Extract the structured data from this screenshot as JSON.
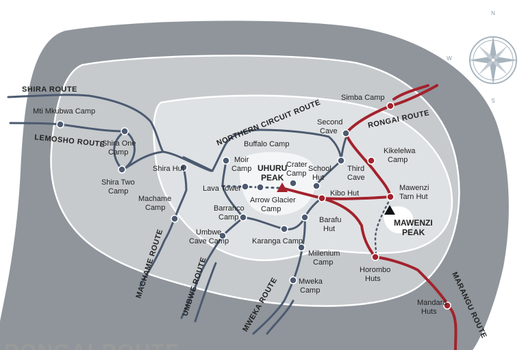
{
  "compass": {
    "n": "N",
    "w": "W",
    "s": "S"
  },
  "peaks": {
    "uhuru_line1": "UHURU",
    "uhuru_line2": "PEAK",
    "mawenzi_line1": "MAWENZI",
    "mawenzi_line2": "PEAK"
  },
  "routes": {
    "shira": "SHIRA ROUTE",
    "lemosho": "LEMOSHO ROUTE",
    "northern_circuit": "NORTHERN CIRCUIT ROUTE",
    "rongai": "RONGAI ROUTE",
    "machame": "MACHAME ROUTE",
    "umbwe": "UMBWE ROUTE",
    "mweka": "MWEKA ROUTE",
    "marangu": "MARANGU ROUTE"
  },
  "camps": {
    "mti_mkubwa": "Mti Mkubwa Camp",
    "shira_one_1": "Shira One",
    "shira_one_2": "Camp",
    "shira_two_1": "Shira Two",
    "shira_two_2": "Camp",
    "shira_hut": "Shira Hut",
    "moir_1": "Moir",
    "moir_2": "Camp",
    "buffalo": "Buffalo Camp",
    "lava_tower": "Lava Tower",
    "arrow_1": "Arrow Glacier",
    "arrow_2": "Camp",
    "crater_1": "Crater",
    "crater_2": "Camp",
    "school_1": "School",
    "school_2": "Hut",
    "second_cave_1": "Second",
    "second_cave_2": "Cave",
    "simba": "Simba Camp",
    "third_cave_1": "Third",
    "third_cave_2": "Cave",
    "kikelelwa_1": "Kikelelwa",
    "kikelelwa_2": "Camp",
    "kibo": "Kibo Hut",
    "mawenzi_tarn_1": "Mawenzi",
    "mawenzi_tarn_2": "Tarn Hut",
    "machame_1": "Machame",
    "machame_2": "Camp",
    "barranco_1": "Barranco",
    "barranco_2": "Camp",
    "barafu_1": "Barafu",
    "barafu_2": "Hut",
    "umbwe_cave_1": "Umbwe",
    "umbwe_cave_2": "Cave Camp",
    "karanga": "Karanga Camp",
    "millenium_1": "Millenium",
    "millenium_2": "Camp",
    "horombo_1": "Horombo",
    "horombo_2": "Huts",
    "mweka_1": "Mweka",
    "mweka_2": "Camp",
    "mandara_1": "Mandara",
    "mandara_2": "Huts"
  },
  "footer_partial": "RONGAI ROUTE",
  "colors": {
    "outer_zone": "#8f959b",
    "mid_zone": "#c6cacd",
    "inner_zone": "#dfe2e4",
    "summit_zone": "#f4f5f6",
    "route_blue": "#4c5a70",
    "route_red": "#a3222c"
  }
}
